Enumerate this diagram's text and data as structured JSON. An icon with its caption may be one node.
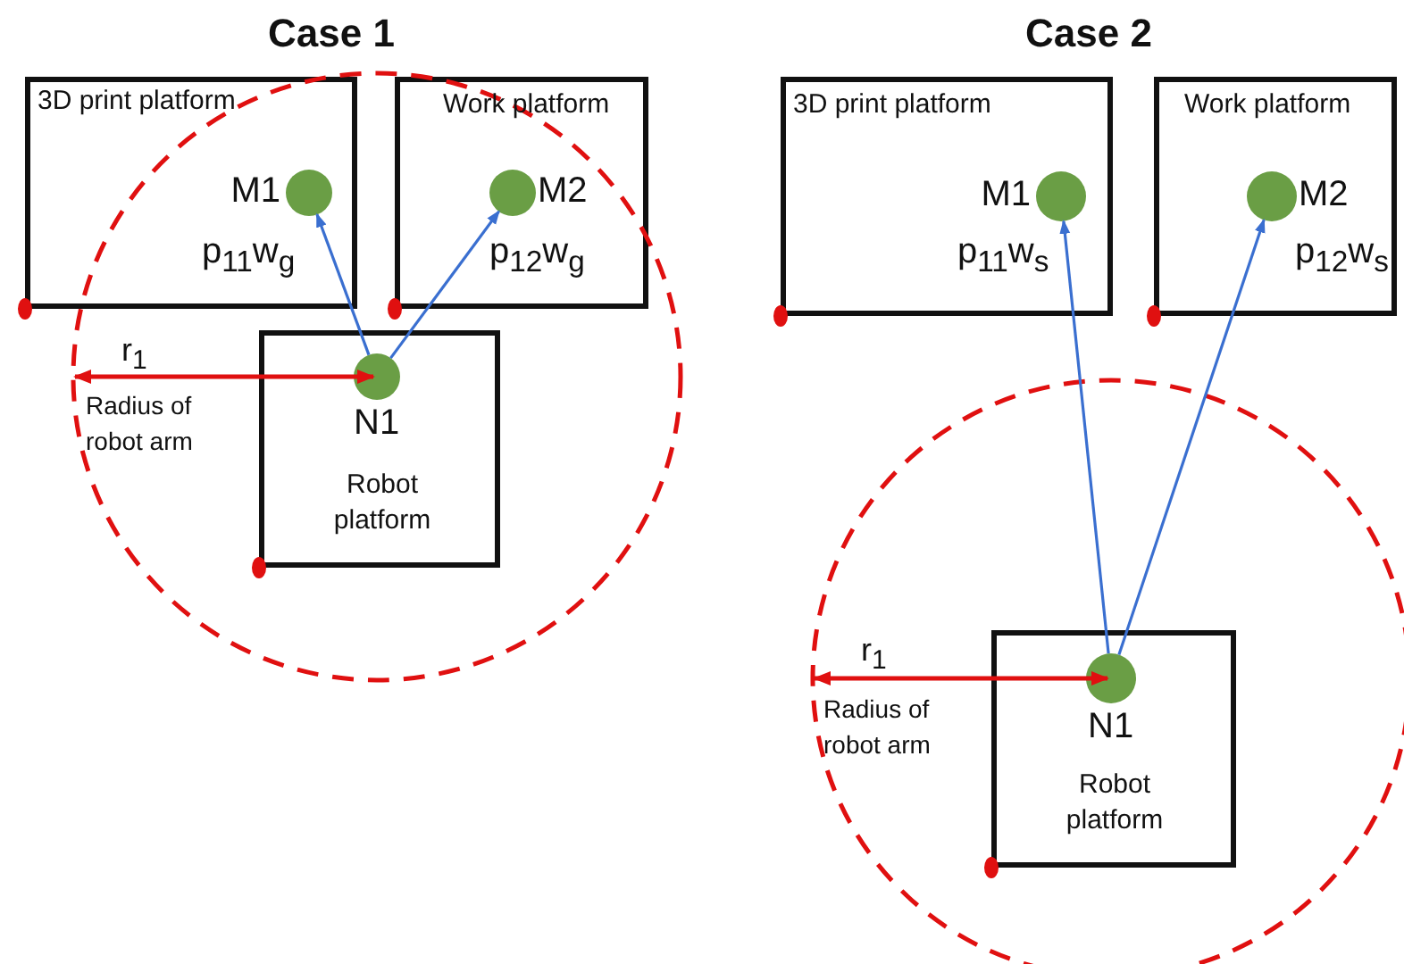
{
  "diagram": {
    "nodes": [
      {
        "text": [
          "3D print platform",
          "p$_{11}$w$_{g}$"
        ]
      },
      {
        "text": [
          "M1"
        ],
        "in": 0
      },
      {
        "text": [
          "Work platform",
          "p$_{12}$w$_{g}$"
        ]
      },
      {
        "text": [
          "M2"
        ],
        "in": 2
      },
      {
        "text": [
          "Robot platform"
        ]
      },
      {
        "text": [
          "N1"
        ],
        "in": 4
      },
      {
        "text": [
          "3D print platform",
          "p$_{11}$w$_{s}$"
        ]
      },
      {
        "text": [
          "M1"
        ],
        "in": 6
      },
      {
        "text": [
          "Work platform",
          "p$_{12}$w$_{s}$"
        ]
      },
      {
        "text": [
          "M2"
        ],
        "in": 8
      },
      {
        "text": [
          "Robot platform"
        ]
      },
      {
        "text": [
          "N1"
        ],
        "in": 10
      }
    ],
    "edges": [
      {
        "from": 5,
        "to": 1,
        "arrow": "to"
      },
      {
        "from": 5,
        "to": 3,
        "arrow": "to"
      },
      {
        "from": 11,
        "to": 7,
        "arrow": "to"
      },
      {
        "from": 11,
        "to": 9,
        "arrow": "to"
      }
    ],
    "labels": [
      "Case 1",
      "Case 2",
      "r$_{1}$",
      "Radius of robot arm",
      "r$_{1}$",
      "Radius of robot arm"
    ]
  }
}
